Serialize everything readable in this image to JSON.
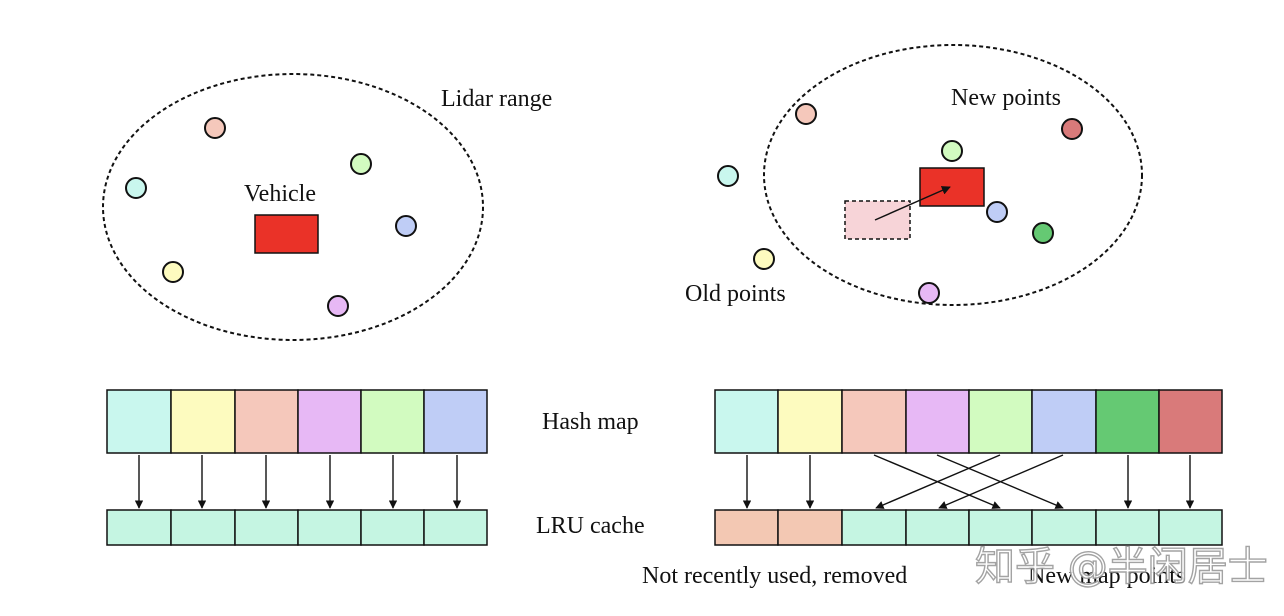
{
  "labels": {
    "lidar_range": "Lidar range",
    "vehicle": "Vehicle",
    "new_points": "New points",
    "old_points": "Old points",
    "hash_map": "Hash map",
    "lru_cache": "LRU cache",
    "not_recently_used": "Not recently used, removed",
    "new_map_points": "New map points"
  },
  "watermark": "知乎 @半闲居士",
  "colors": {
    "cyan": "#c9f7ee",
    "yellow": "#fdfbbf",
    "salmon": "#f5c8bb",
    "violet": "#e7b8f5",
    "lightgreen": "#d2fbc0",
    "blue": "#bfcdf6",
    "green": "#65c973",
    "darkred": "#d97a7a",
    "vehicle": "#ea3228",
    "vehicle_old": "#f7d4d8",
    "lru_cell": "#c5f5e2",
    "lru_removed": "#f3c8b3"
  },
  "left_panel": {
    "points": [
      "salmon",
      "lightgreen",
      "cyan",
      "blue",
      "yellow",
      "violet"
    ],
    "hash_map": [
      "cyan",
      "yellow",
      "salmon",
      "violet",
      "lightgreen",
      "blue"
    ],
    "lru_cache": [
      "lru_cell",
      "lru_cell",
      "lru_cell",
      "lru_cell",
      "lru_cell",
      "lru_cell"
    ]
  },
  "right_panel": {
    "points": [
      "salmon",
      "darkred",
      "lightgreen",
      "cyan",
      "blue",
      "green",
      "yellow",
      "violet"
    ],
    "hash_map": [
      "cyan",
      "yellow",
      "salmon",
      "violet",
      "lightgreen",
      "blue",
      "green",
      "darkred"
    ],
    "lru_cache": [
      "lru_removed",
      "lru_removed",
      "lru_cell",
      "lru_cell",
      "lru_cell",
      "lru_cell",
      "lru_cell",
      "lru_cell"
    ]
  }
}
